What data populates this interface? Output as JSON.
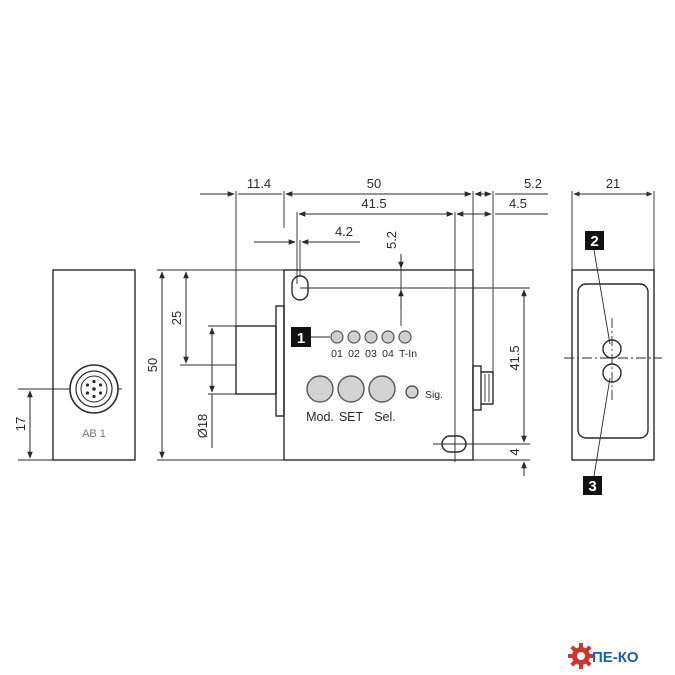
{
  "dimensions": {
    "left_ext": "11.4",
    "width": "50",
    "right_ext": "5.2",
    "depth": "21",
    "hole_span": "41.5",
    "right_small": "4.5",
    "hole_offset_x": "4.2",
    "hole_offset_y": "5.2",
    "connector_height": "17",
    "height": "50",
    "upper_offset": "25",
    "diameter": "Ø18",
    "hole_span_vertical": "41.5",
    "bottom_offset": "4"
  },
  "connector_label": "AB 1",
  "leds": {
    "labels": [
      "01",
      "02",
      "03",
      "04",
      "T-In"
    ]
  },
  "buttons": {
    "mode": "Mod.",
    "set": "SET",
    "select": "Sel.",
    "signal": "Sig."
  },
  "callouts": {
    "one": "1",
    "two": "2",
    "three": "3"
  },
  "brand": {
    "name": "ПЕ-КО",
    "color": "#1b5fb0",
    "gear_color": "#c8382f"
  },
  "colors": {
    "line": "#2a2a2a",
    "led_fill": "#cfcfcf",
    "button_fill": "#d3d3d3"
  }
}
